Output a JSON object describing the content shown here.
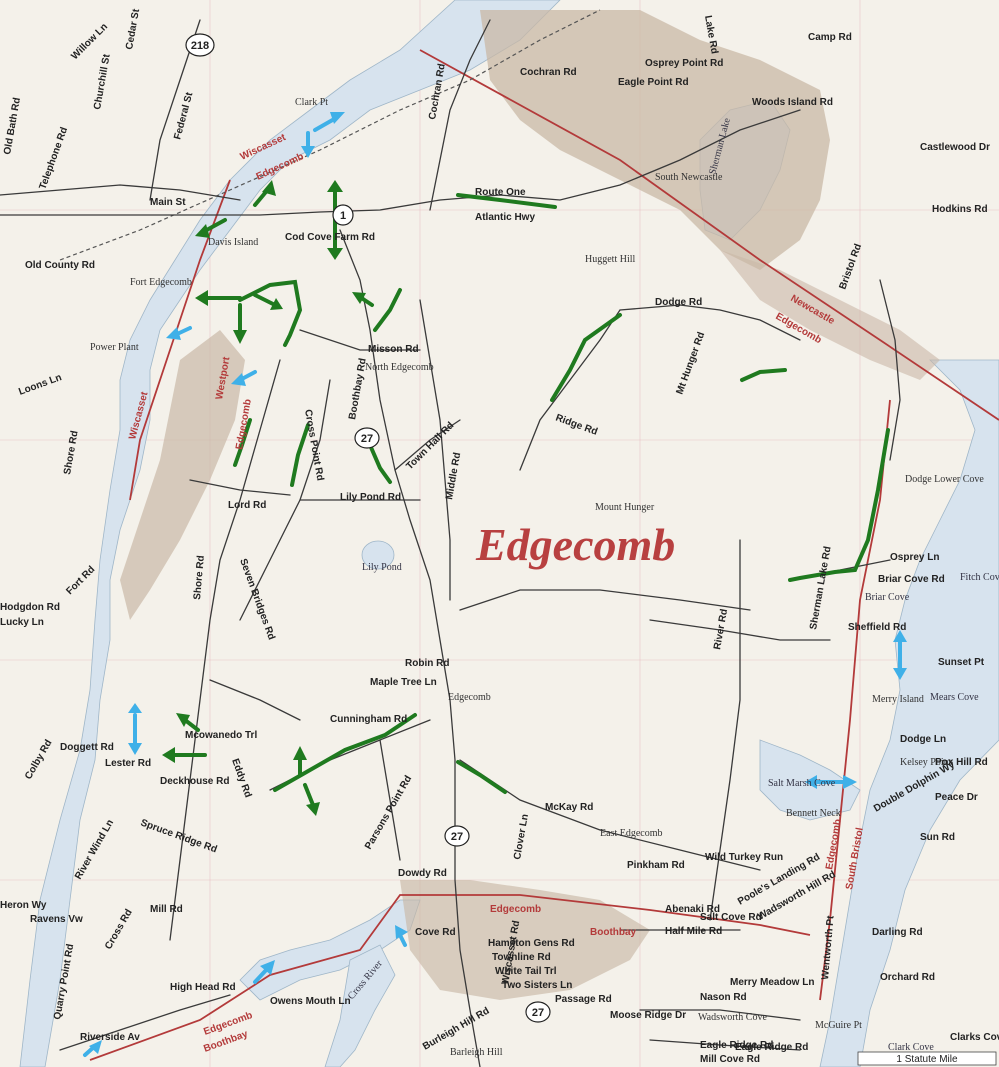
{
  "map": {
    "title": "Edgecomb",
    "colors": {
      "land": "#f4f1ea",
      "water": "#d7e3ee",
      "hill": "#c9b8a6",
      "road": "#3a3a3a",
      "boundary": "#b33a3a",
      "trail": "#1f7a1f",
      "arrow_green": "#1f7a1f",
      "arrow_blue": "#3fb0e8"
    },
    "shields": [
      "218",
      "1",
      "27",
      "27",
      "27"
    ],
    "scale": "1 Statute Mile",
    "boundary_labels": [
      "Wiscasset",
      "Edgecomb",
      "Wiscasset",
      "Westport",
      "Edgecomb",
      "Newcastle",
      "Edgecomb",
      "Edgecomb",
      "Boothbay",
      "Edgecomb",
      "Boothbay",
      "Edgecomb",
      "South Bristol",
      "South Newcastle"
    ],
    "places": [
      "Clark Pt",
      "Davis Island",
      "Fort Edgecomb",
      "Power Plant",
      "North Edgecomb",
      "Huggett Hill",
      "Lily Pond",
      "Mount Hunger",
      "Dodge Lower Cove",
      "Briar Cove",
      "Fitch Cove",
      "Merry Island",
      "Salt Marsh Cove",
      "Bennett Neck",
      "East Edgecomb",
      "Edgecomb",
      "Barleigh Hill",
      "Clark Cove",
      "McGuire Pt",
      "Kelsey Point",
      "Mears Cove",
      "Sherman Lake",
      "Wadsworth Cove",
      "Cross River"
    ],
    "roads": [
      "Route One",
      "Main St",
      "Cochran Rd",
      "Old County Rd",
      "Cod Cove Farm Rd",
      "Misson Rd",
      "Boothbay Rd",
      "Middle Rd",
      "Ridge Rd",
      "Dodge Rd",
      "Mt Hunger Rd",
      "Lily Pond Rd",
      "Lord Rd",
      "Shore Rd",
      "Cross Point Rd",
      "Cunningham Rd",
      "Robin Rd",
      "Maple Tree Ln",
      "Mcowanedo Trl",
      "Lester Rd",
      "Deckhouse Rd",
      "McKay Rd",
      "Clover Ln",
      "Dowdy Rd",
      "Eddy Rd",
      "Parsons Point Rd",
      "Spruce Ridge Rd",
      "River Wind Ln",
      "Mill Rd",
      "Hamilton Gens Rd",
      "Townline Rd",
      "White Tail Trl",
      "Two Sisters Ln",
      "Passage Rd",
      "Half Mile Rd",
      "Cove Rd",
      "High Head Rd",
      "Owens Mouth Ln",
      "River Rd",
      "Briar Cove Rd",
      "Osprey Ln",
      "Sherman Lake Rd",
      "Eagle Point Rd",
      "Osprey Point Rd",
      "Cochran Rd",
      "Atlantic Hwy",
      "Town Hall Rd",
      "Woods Island Rd",
      "Castlewood Dr",
      "Hodkins Rd",
      "Riverside Av",
      "Eagle Ridge Rd",
      "Wild Turkey Run",
      "Pinkham Rd",
      "Abenaki Rd",
      "Salt Cove Rd",
      "Poole's Landing Rd",
      "Wadsworth Hill Rd",
      "Sheffield Rd",
      "Sunset Pt",
      "Dodge Ln",
      "Pox Hill Rd",
      "Double Dolphin Wy",
      "Peace Dr",
      "Sun Rd",
      "Darling Rd",
      "Orchard Rd",
      "Clarks Cove Rd",
      "Wentworth Pt",
      "Camp Rd",
      "Lake Rd",
      "Bristol Rd",
      "Telephone Rd",
      "Churchill St",
      "Federal St",
      "Willow Ln",
      "Cedar St",
      "Fort Rd",
      "Old Bath Rd",
      "Loons Ln",
      "Lucky Ln",
      "Hodgdon Rd",
      "Doggett Rd",
      "Colby Rd",
      "Cross Rd",
      "Heron Wy",
      "Ravens Vw",
      "Quarry Point Rd",
      "Shore Rd",
      "Wiscasset Rd",
      "Burleigh Hill Rd",
      "Eagle Ridge Rd",
      "Seven Bridges Rd",
      "Mill Cove Rd",
      "Merry Meadow Ln",
      "Nason Rd",
      "Moose Ridge Dr"
    ],
    "note": ""
  }
}
